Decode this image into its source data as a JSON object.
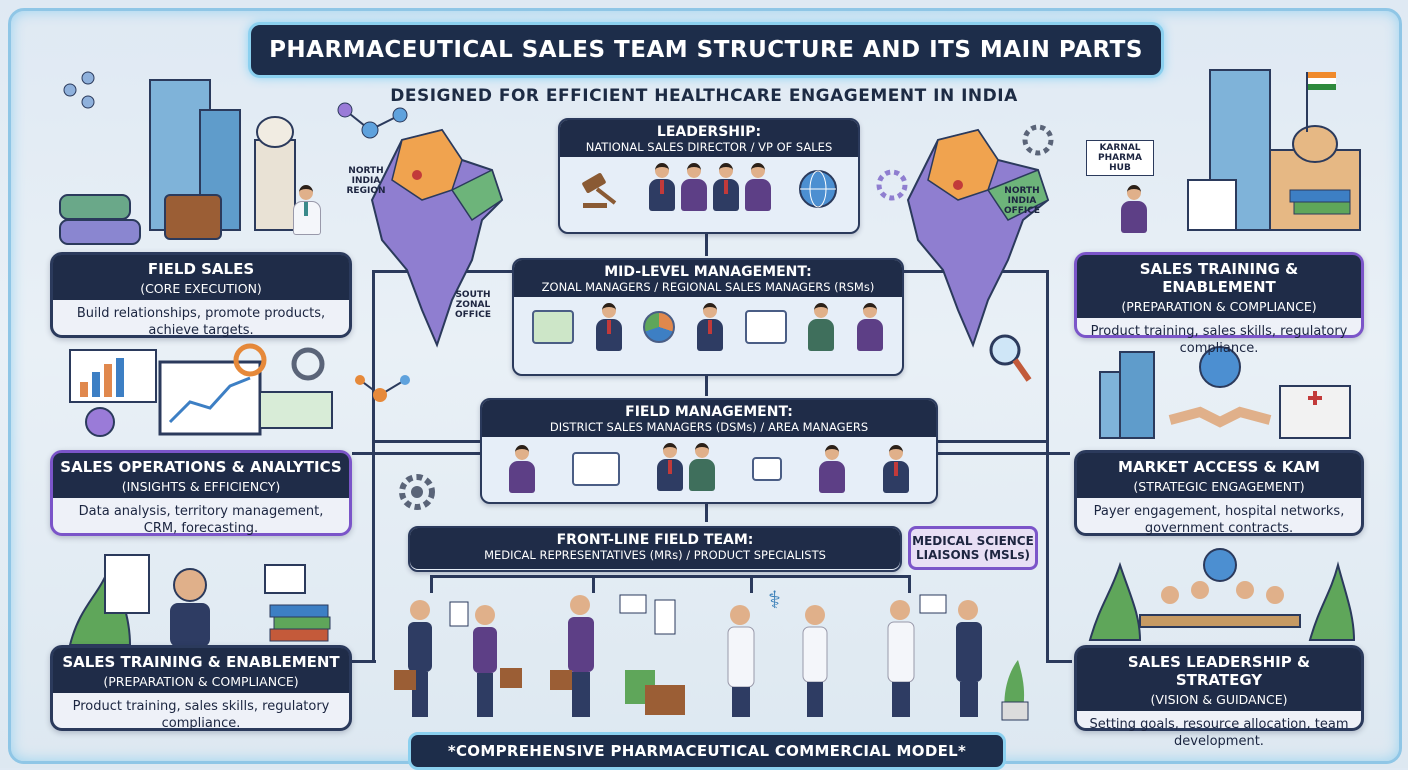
{
  "title": "PHARMACEUTICAL SALES TEAM STRUCTURE AND ITS MAIN PARTS",
  "subtitle": "DESIGNED FOR EFFICIENT HEALTHCARE ENGAGEMENT IN INDIA",
  "map_labels": {
    "north_region": "NORTH INDIA REGION",
    "south_office": "SOUTH ZONAL OFFICE",
    "north_office": "NORTH INDIA OFFICE",
    "hub_sign": "KARNAL PHARMA HUB"
  },
  "hierarchy": {
    "leadership": {
      "title": "LEADERSHIP:",
      "roles": "NATIONAL SALES DIRECTOR / VP OF SALES"
    },
    "mid_level": {
      "title": "MID-LEVEL MANAGEMENT:",
      "roles": "ZONAL MANAGERS / REGIONAL SALES MANAGERS (RSMs)"
    },
    "field_management": {
      "title": "FIELD MANAGEMENT:",
      "roles": "DISTRICT SALES MANAGERS (DSMs) / AREA MANAGERS"
    },
    "front_line": {
      "title": "FRONT-LINE FIELD TEAM:",
      "roles": "MEDICAL REPRESENTATIVES (MRs) / PRODUCT SPECIALISTS"
    },
    "msl": {
      "line1": "MEDICAL SCIENCE",
      "line2": "LIAISONS (MSLs)"
    }
  },
  "left_boxes": [
    {
      "title": "FIELD SALES",
      "subtitle": "(CORE EXECUTION)",
      "text": "Build relationships, promote products, achieve targets."
    },
    {
      "title": "SALES OPERATIONS & ANALYTICS",
      "subtitle": "(INSIGHTS & EFFICIENCY)",
      "text": "Data analysis, territory management, CRM, forecasting."
    },
    {
      "title": "SALES TRAINING & ENABLEMENT",
      "subtitle": "(PREPARATION & COMPLIANCE)",
      "text": "Product training, sales skills, regulatory compliance."
    }
  ],
  "right_boxes": [
    {
      "title": "SALES TRAINING & ENABLEMENT",
      "subtitle": "(PREPARATION & COMPLIANCE)",
      "text": "Product training, sales skills, regulatory compliance."
    },
    {
      "title": "MARKET ACCESS & KAM",
      "subtitle": "(STRATEGIC ENGAGEMENT)",
      "text": "Payer engagement, hospital networks, government contracts."
    },
    {
      "title": "SALES LEADERSHIP & STRATEGY",
      "subtitle": "(VISION & GUIDANCE)",
      "text": "Setting goals, resource allocation, team development."
    }
  ],
  "footer": "*COMPREHENSIVE PHARMACEUTICAL COMMERCIAL MODEL*",
  "colors": {
    "navy": "#1d2d4a",
    "glow": "#8bd0ef",
    "purple": "#7b55c9",
    "background": "#e3ecf4"
  }
}
